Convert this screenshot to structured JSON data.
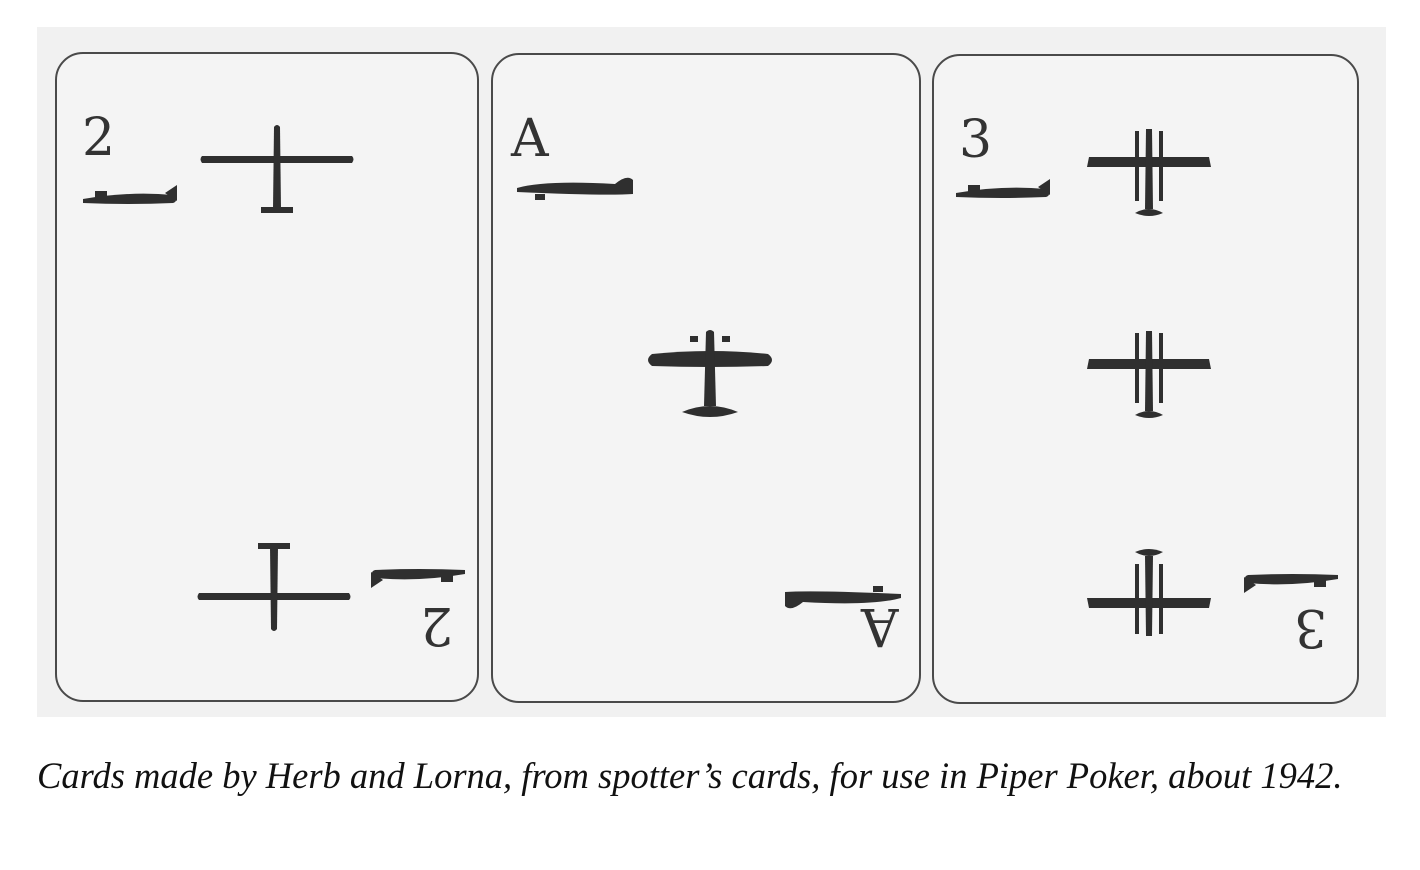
{
  "cards": [
    {
      "rank": "2"
    },
    {
      "rank": "A"
    },
    {
      "rank": "3"
    }
  ],
  "caption": "Cards made by Herb and Lorna, from spotter’s cards, for use in Piper Poker, about 1942.",
  "colors": {
    "paper": "#f4f4f4",
    "ink": "#2f2f2f",
    "border": "#4a4a4a"
  }
}
